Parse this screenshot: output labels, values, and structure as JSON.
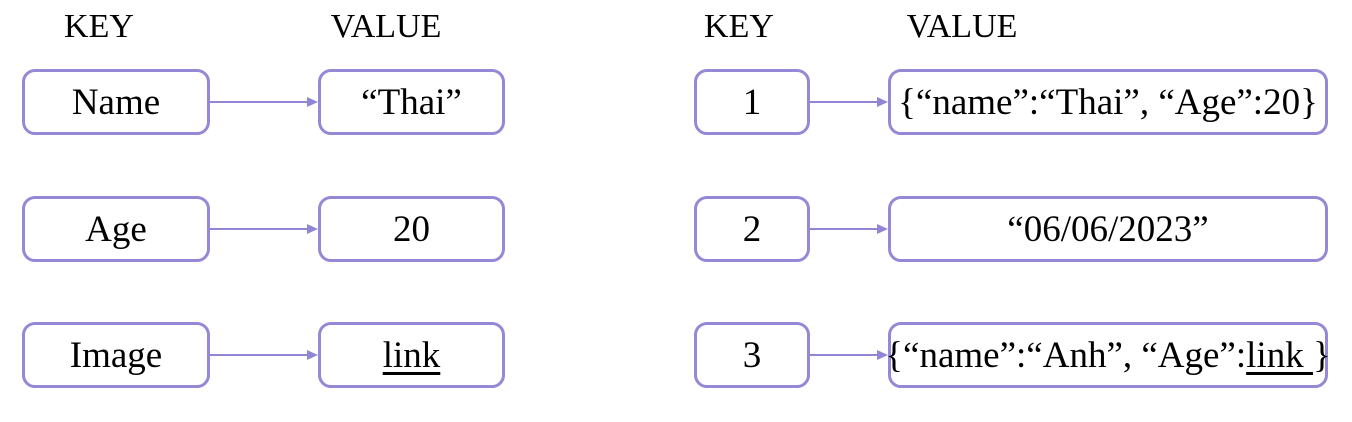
{
  "colors": {
    "box_border": "#9489d6",
    "arrow": "#9186d6",
    "text": "#000000",
    "background": "#ffffff"
  },
  "diagram": {
    "groups": [
      {
        "id": "simple-key-value",
        "key_header": "KEY",
        "value_header": "VALUE",
        "rows": [
          {
            "key": "Name",
            "value_parts": [
              {
                "text": "“Thai”",
                "underline": false
              }
            ]
          },
          {
            "key": "Age",
            "value_parts": [
              {
                "text": "20",
                "underline": false
              }
            ]
          },
          {
            "key": "Image",
            "value_parts": [
              {
                "text": "link",
                "underline": true
              }
            ]
          }
        ]
      },
      {
        "id": "numbered-key-value",
        "key_header": "KEY",
        "value_header": "VALUE",
        "rows": [
          {
            "key": "1",
            "value_parts": [
              {
                "text": "{“name”:“Thai”, “Age”:20}",
                "underline": false
              }
            ]
          },
          {
            "key": "2",
            "value_parts": [
              {
                "text": "“06/06/2023”",
                "underline": false
              }
            ]
          },
          {
            "key": "3",
            "value_parts": [
              {
                "text": "{“name”:“Anh”, “Age”:",
                "underline": false
              },
              {
                "text": "link ",
                "underline": true
              },
              {
                "text": "}",
                "underline": false
              }
            ]
          }
        ]
      }
    ]
  }
}
